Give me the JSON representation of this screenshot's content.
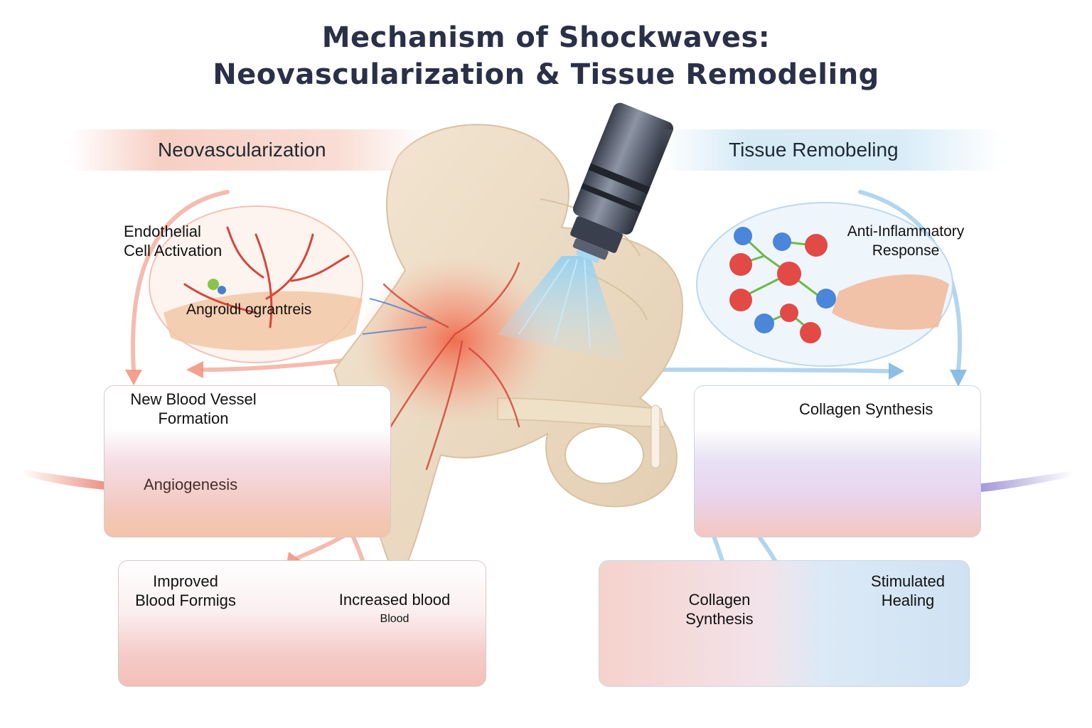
{
  "title": {
    "line1": "Mechanism of Shockwaves:",
    "line2": "Neovascularization & Tissue Remodeling"
  },
  "left_section": {
    "header": "Neovascularization",
    "endothelial_label_1": "Endothelial",
    "endothelial_label_2": "Cell Activation",
    "angio_label": "Angroidl ograntreis",
    "new_vessel_label_1": "New Blood Vessel",
    "new_vessel_label_2": "Formation",
    "angiogenesis_label": "Angiogenesis",
    "improved_label_1": "Improved",
    "improved_label_2": "Blood Formigs",
    "increased_label_1": "Increased blood",
    "increased_label_2": "Blood"
  },
  "right_section": {
    "header": "Tissue Remobeling",
    "anti_label_1": "Anti-Inflammatory",
    "anti_label_2": "Response",
    "collagen_label": "Collagen Synthesis",
    "collagen2_label_1": "Collagen",
    "collagen2_label_2": "Synthesis",
    "healing_label_1": "Stimulated",
    "healing_label_2": "Healing"
  },
  "colors": {
    "title": "#2b3049",
    "neo_accent": "#e8725f",
    "tissue_accent": "#7fb8e0",
    "bone": "#eedcc4",
    "vessel": "#d4473a",
    "nerve": "#4a7fcc"
  },
  "icons": [
    "shockwave-applicator-icon",
    "pelvis-bone-icon",
    "blood-vessel-icon",
    "cell-cluster-icon"
  ]
}
